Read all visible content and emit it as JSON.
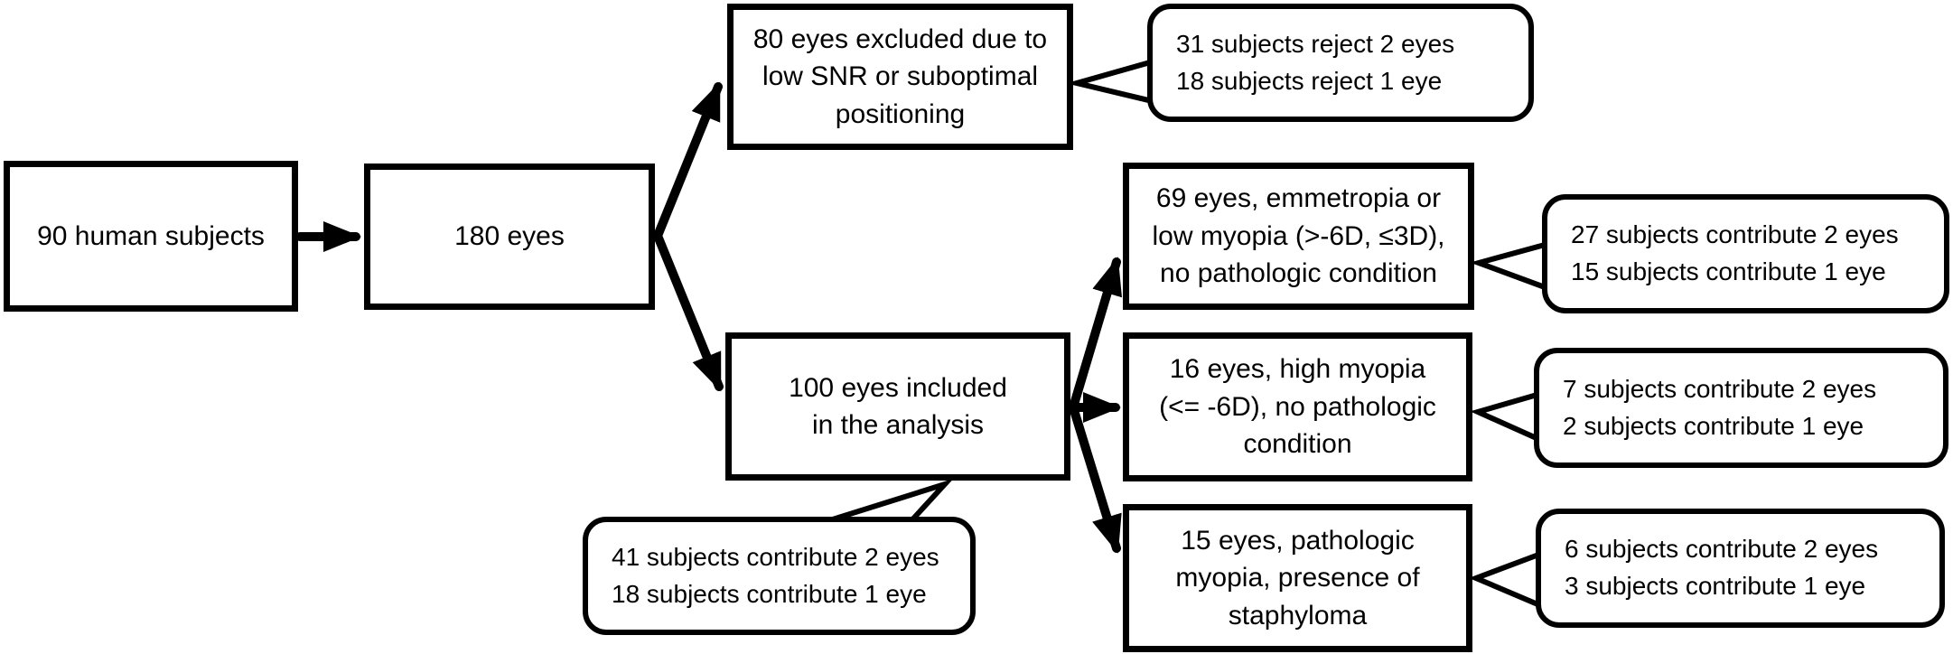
{
  "diagram": {
    "type": "flowchart",
    "background_color": "#ffffff",
    "stroke_color": "#000000",
    "fill_color": "#ffffff",
    "nodes": {
      "subjects": {
        "label": "90 human subjects"
      },
      "eyes": {
        "label": "180 eyes"
      },
      "excluded": {
        "label": "80 eyes excluded due to\nlow SNR or suboptimal\npositioning"
      },
      "included": {
        "label": "100 eyes included\nin the analysis"
      },
      "emmetropia": {
        "label": "69 eyes, emmetropia or\nlow myopia (>-6D, ≤3D),\nno pathologic condition"
      },
      "high_myopia": {
        "label": "16 eyes, high myopia\n(<= -6D), no pathologic\ncondition"
      },
      "pathologic_myopia": {
        "label": "15 eyes, pathologic\nmyopia, presence of\nstaphyloma"
      }
    },
    "callouts": {
      "excluded_note": {
        "label": "31 subjects reject 2 eyes\n18 subjects reject 1 eye"
      },
      "included_note": {
        "label": "41 subjects contribute 2 eyes\n18 subjects contribute 1 eye"
      },
      "emmetropia_note": {
        "label": "27 subjects contribute 2 eyes\n15 subjects contribute 1 eye"
      },
      "high_myopia_note": {
        "label": "7 subjects contribute 2 eyes\n2 subjects contribute 1 eye"
      },
      "pathologic_note": {
        "label": "6 subjects contribute 2 eyes\n3 subjects contribute 1 eye"
      }
    },
    "edges": [
      {
        "from": "subjects",
        "to": "eyes"
      },
      {
        "from": "eyes",
        "to": "excluded"
      },
      {
        "from": "eyes",
        "to": "included"
      },
      {
        "from": "included",
        "to": "emmetropia"
      },
      {
        "from": "included",
        "to": "high_myopia"
      },
      {
        "from": "included",
        "to": "pathologic_myopia"
      }
    ]
  }
}
